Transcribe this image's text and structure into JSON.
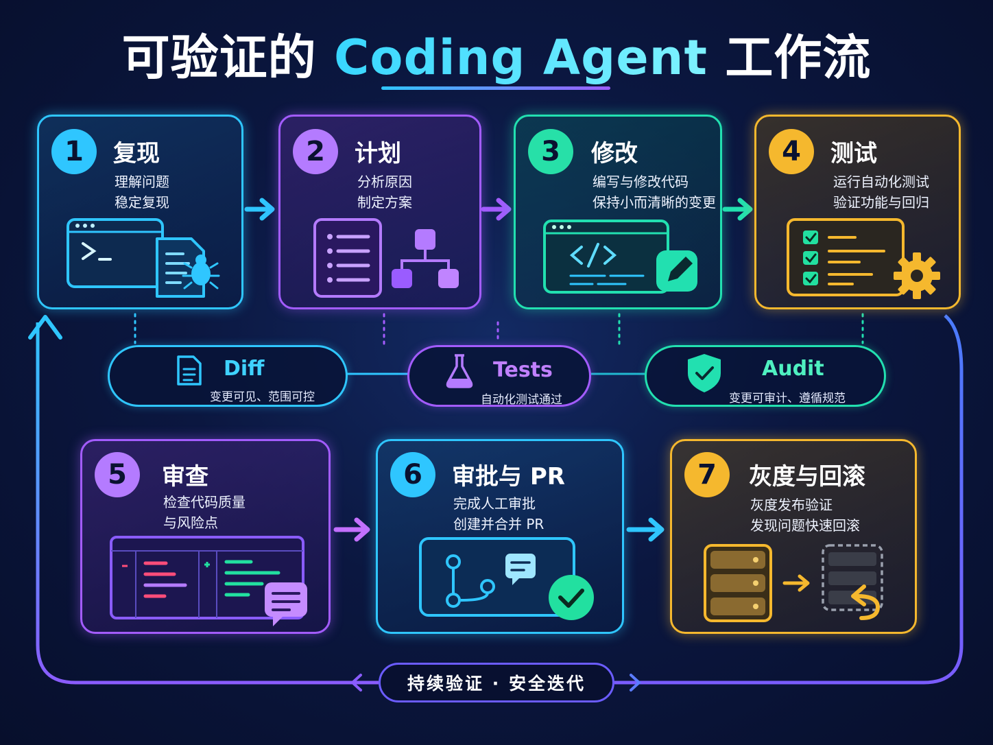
{
  "title": {
    "prefix": "可验证的 ",
    "accent": "Coding Agent",
    "suffix": " 工作流"
  },
  "steps": [
    {
      "num": "1",
      "title": "复现",
      "lines": [
        "理解问题",
        "稳定复现"
      ],
      "color": "#2fc6ff"
    },
    {
      "num": "2",
      "title": "计划",
      "lines": [
        "分析原因",
        "制定方案"
      ],
      "color": "#a35cff"
    },
    {
      "num": "3",
      "title": "修改",
      "lines": [
        "编写与修改代码",
        "保持小而清晰的变更"
      ],
      "color": "#22e0b0"
    },
    {
      "num": "4",
      "title": "测试",
      "lines": [
        "运行自动化测试",
        "验证功能与回归"
      ],
      "color": "#f5b82e"
    },
    {
      "num": "5",
      "title": "审查",
      "lines": [
        "检查代码质量",
        "与风险点"
      ],
      "color": "#a35cff"
    },
    {
      "num": "6",
      "title": "审批与 PR",
      "lines": [
        "完成人工审批",
        "创建并合并 PR"
      ],
      "color": "#2fc6ff"
    },
    {
      "num": "7",
      "title": "灰度与回滚",
      "lines": [
        "灰度发布验证",
        "发现问题快速回滚"
      ],
      "color": "#f5b82e"
    }
  ],
  "pills": [
    {
      "title": "Diff",
      "desc": "变更可见、范围可控",
      "color": "#2fc6ff"
    },
    {
      "title": "Tests",
      "desc": "自动化测试通过",
      "color": "#a35cff"
    },
    {
      "title": "Audit",
      "desc": "变更可审计、遵循规范",
      "color": "#22e0b0"
    }
  ],
  "footer": {
    "text": "持续验证 · 安全迭代"
  },
  "icons": {
    "step1": [
      "terminal-icon",
      "bug-icon"
    ],
    "step2": [
      "checklist-icon",
      "flowchart-icon"
    ],
    "step3": [
      "code-editor-icon",
      "pencil-icon"
    ],
    "step4": [
      "checklist-icon",
      "gear-icon"
    ],
    "step5": [
      "diff-icon",
      "chat-icon"
    ],
    "step6": [
      "git-branch-icon",
      "chat-icon",
      "check-icon"
    ],
    "step7": [
      "server-icon",
      "rollback-icon"
    ],
    "pills": [
      "document-icon",
      "flask-icon",
      "shield-check-icon"
    ]
  }
}
